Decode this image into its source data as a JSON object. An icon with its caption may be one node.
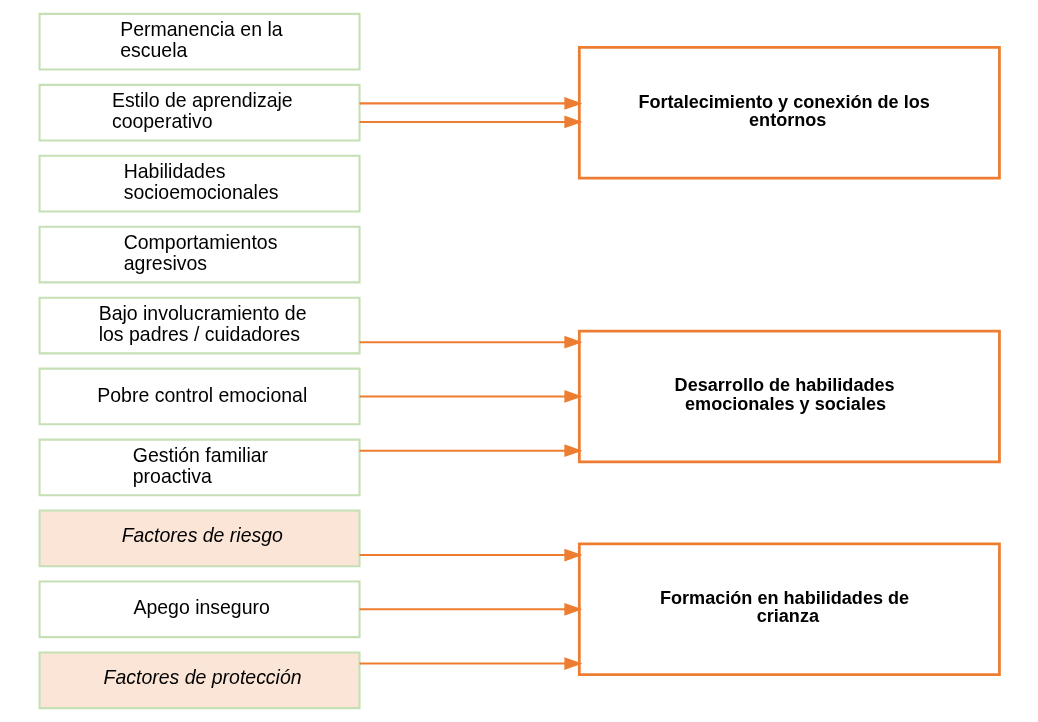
{
  "diagram": {
    "nodes": [
      {
        "text": [
          "Factores de riesgo"
        ]
      },
      {
        "text": [
          "Apego inseguro"
        ]
      },
      {
        "text": [
          "Bajo involucramiento de los padres / cuidadores"
        ]
      },
      {
        "text": [
          "Comportamientos agresivos"
        ]
      },
      {
        "text": [
          "Pobre control emocional"
        ]
      },
      {
        "text": [
          "Factores de protección"
        ]
      },
      {
        "text": [
          "Gestión familiar proactiva"
        ]
      },
      {
        "text": [
          "Habilidades socioemocionales"
        ]
      },
      {
        "text": [
          "Estilo de aprendizaje cooperativo"
        ]
      },
      {
        "text": [
          "Permanencia en la escuela"
        ]
      },
      {
        "text": [
          "Formación en habilidades de crianza"
        ]
      },
      {
        "text": [
          "Desarrollo de habilidades emocionales y sociales"
        ]
      },
      {
        "text": [
          "Fortalecimiento y conexión de los entornos"
        ]
      }
    ],
    "edges": [
      {
        "from": 0,
        "to": 10,
        "arrow": "to"
      },
      {
        "from": 1,
        "to": 10,
        "arrow": "to"
      },
      {
        "from": 2,
        "to": 11,
        "arrow": "to"
      },
      {
        "from": 4,
        "to": 11,
        "arrow": "to"
      },
      {
        "from": 5,
        "to": 10,
        "arrow": "to"
      },
      {
        "from": 6,
        "to": 11,
        "arrow": "to"
      },
      {
        "from": 8,
        "to": 12,
        "arrow": "to"
      },
      {
        "from": 8,
        "to": 12,
        "arrow": "to"
      }
    ]
  }
}
